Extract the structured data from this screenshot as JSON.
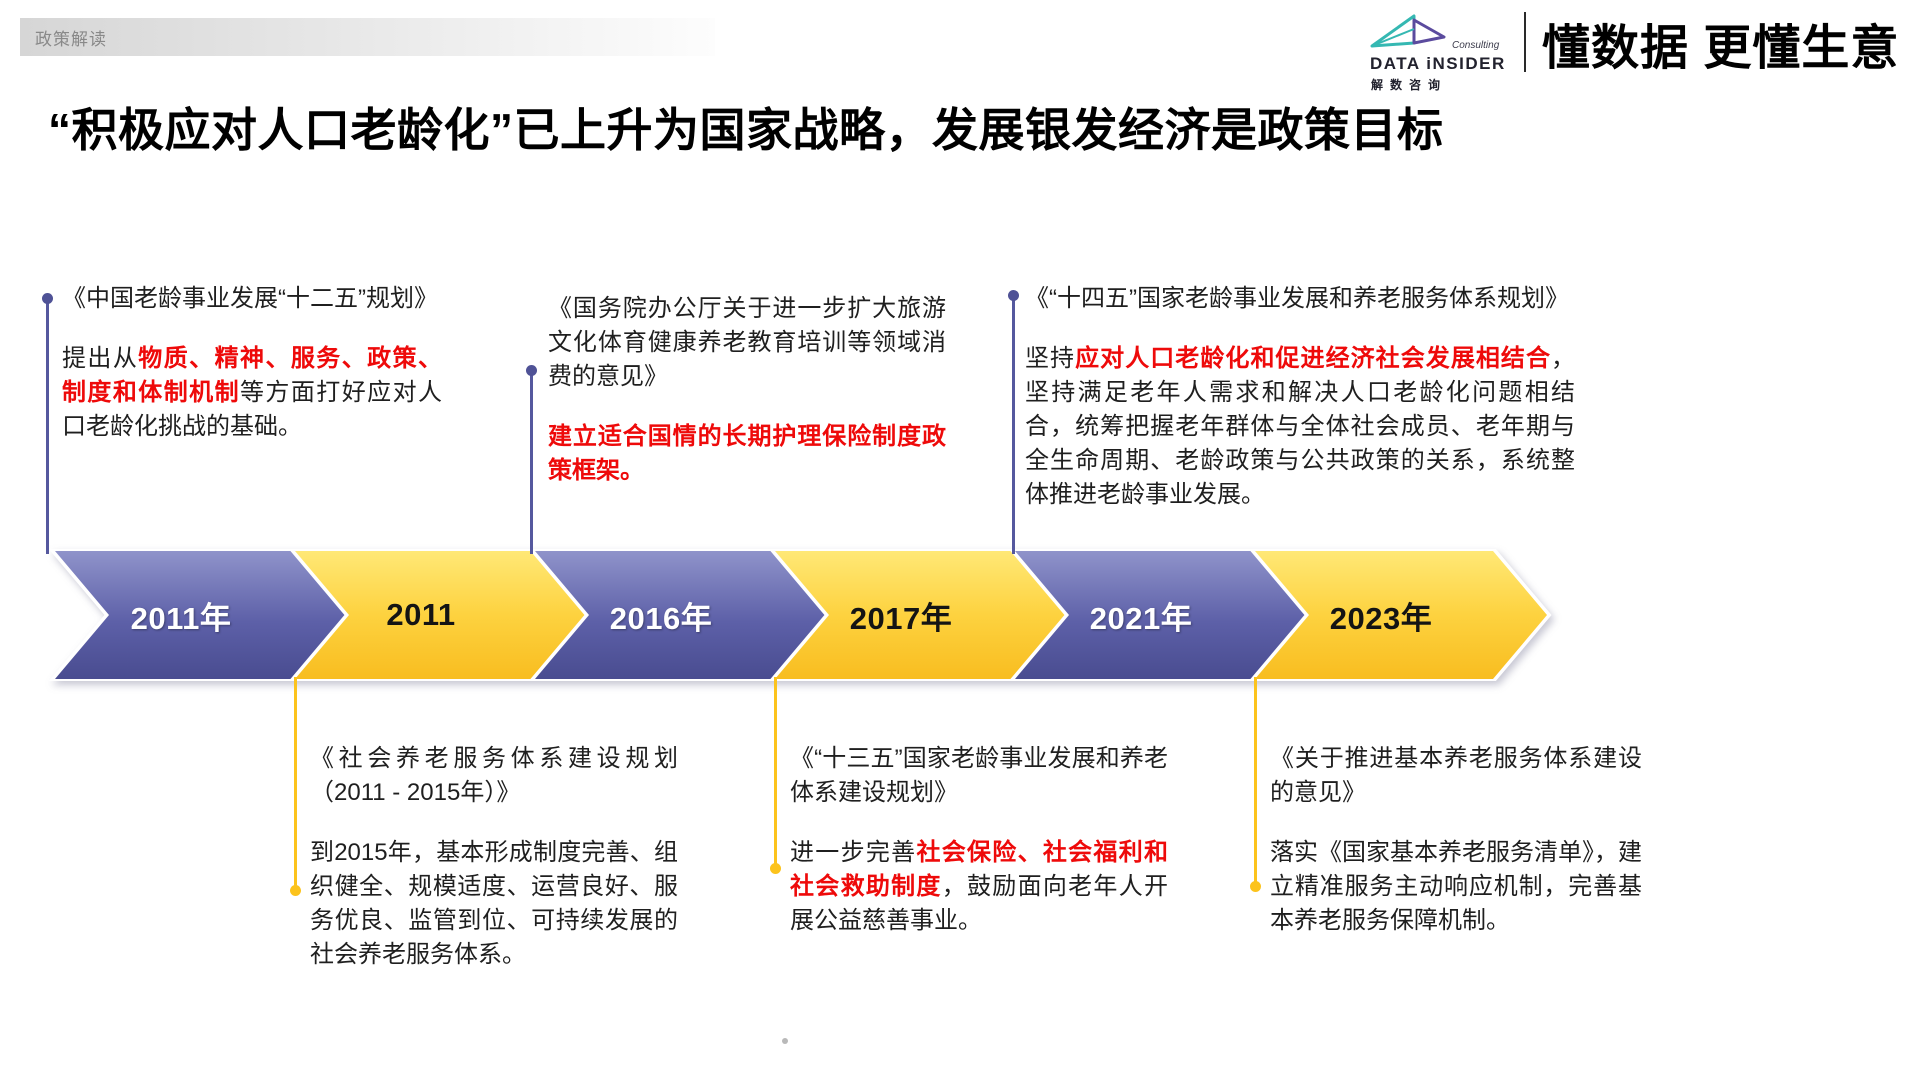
{
  "header": {
    "section_tag": "政策解读",
    "slogan": "懂数据 更懂生意",
    "logo": {
      "consulting": "Consulting",
      "brand": "DATA iNSIDER",
      "brand_cn": "解数咨询"
    }
  },
  "title": "“积极应对人口老龄化”已上升为国家战略，发展银发经济是政策目标",
  "colors": {
    "purple_arrow": "#5d60a8",
    "yellow_arrow": "#fdd23f",
    "connector_purple": "#55589e",
    "connector_yellow": "#fcc31c",
    "emphasis_red": "#ee0a0a",
    "logo_teal": "#35b8b2",
    "logo_purple": "#5b4b9e"
  },
  "timeline": [
    {
      "year": "2011年",
      "color": "purple",
      "side": "top",
      "doc_title": "《中国老龄事业发展“十二五”规划》",
      "body": [
        {
          "text": "提出从"
        },
        {
          "text": "物质、精神、服务、政策、制度和体制机制",
          "emphasis": true
        },
        {
          "text": "等方面打好应对人口老龄化挑战的基础。"
        }
      ]
    },
    {
      "year": "2011",
      "color": "yellow",
      "side": "bottom",
      "doc_title": "《社会养老服务体系建设规划（2011 - 2015年）》",
      "body": [
        {
          "text": "到2015年，基本形成制度完善、组织健全、规模适度、运营良好、服务优良、监管到位、可持续发展的社会养老服务体系。"
        }
      ]
    },
    {
      "year": "2016年",
      "color": "purple",
      "side": "top",
      "doc_title": "《国务院办公厅关于进一步扩大旅游文化体育健康养老教育培训等领域消费的意见》",
      "body": [
        {
          "text": "建立适合国情的长期护理保险制度政策框架。",
          "emphasis": true
        }
      ]
    },
    {
      "year": "2017年",
      "color": "yellow",
      "side": "bottom",
      "doc_title": "《“十三五”国家老龄事业发展和养老体系建设规划》",
      "body": [
        {
          "text": "进一步完善"
        },
        {
          "text": "社会保险、社会福利和社会救助制度",
          "emphasis": true
        },
        {
          "text": "，鼓励面向老年人开展公益慈善事业。"
        }
      ]
    },
    {
      "year": "2021年",
      "color": "purple",
      "side": "top",
      "doc_title": "《“十四五”国家老龄事业发展和养老服务体系规划》",
      "body": [
        {
          "text": "坚持"
        },
        {
          "text": "应对人口老龄化和促进经济社会发展相结合",
          "emphasis": true
        },
        {
          "text": "，坚持满足老年人需求和解决人口老龄化问题相结合，统筹把握老年群体与全体社会成员、老年期与全生命周期、老龄政策与公共政策的关系，系统整体推进老龄事业发展。"
        }
      ]
    },
    {
      "year": "2023年",
      "color": "yellow",
      "side": "bottom",
      "doc_title": "《关于推进基本养老服务体系建设的意见》",
      "body": [
        {
          "text": "落实《国家基本养老服务清单》，建立精准服务主动响应机制，完善基本养老服务保障机制。"
        }
      ]
    }
  ]
}
